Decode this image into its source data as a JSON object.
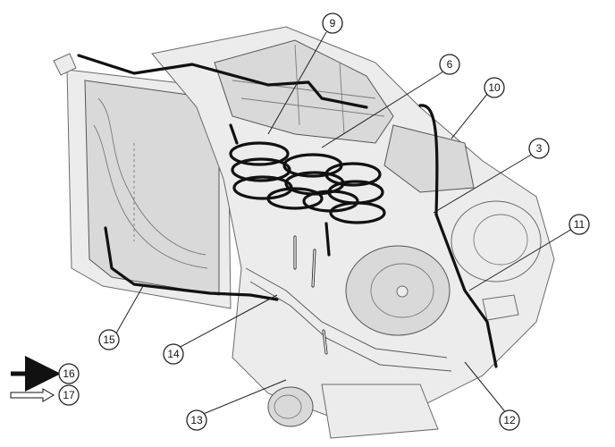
{
  "callouts": [
    {
      "id": "c9",
      "label": "9"
    },
    {
      "id": "c6",
      "label": "6"
    },
    {
      "id": "c10",
      "label": "10"
    },
    {
      "id": "c3",
      "label": "3"
    },
    {
      "id": "c11",
      "label": "11"
    },
    {
      "id": "c15",
      "label": "15"
    },
    {
      "id": "c14",
      "label": "14"
    },
    {
      "id": "c13",
      "label": "13"
    },
    {
      "id": "c12",
      "label": "12"
    },
    {
      "id": "c16",
      "label": "16"
    },
    {
      "id": "c17",
      "label": "17"
    }
  ],
  "legend": {
    "solid_arrow_label": "16",
    "hollow_arrow_label": "17"
  }
}
